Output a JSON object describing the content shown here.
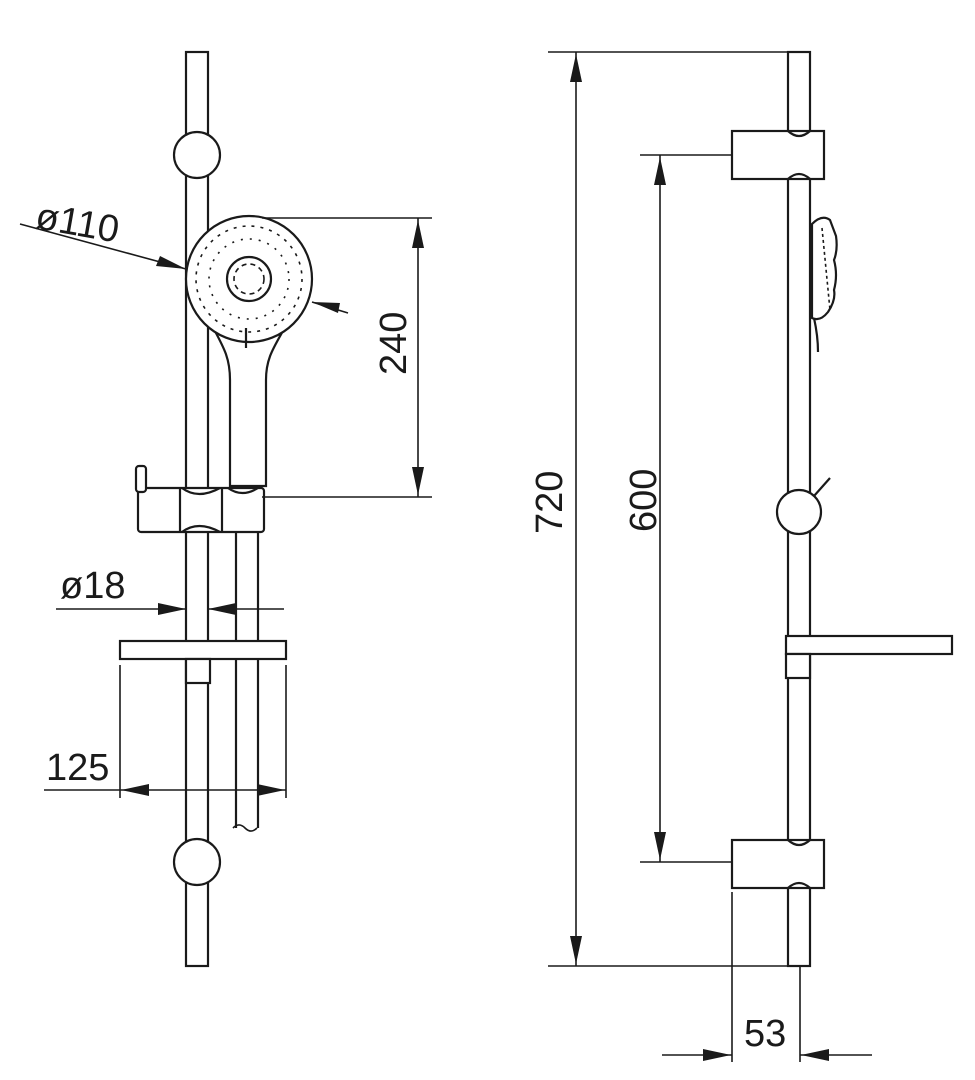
{
  "drawing": {
    "dimensions": {
      "handshower_diameter": "ø110",
      "handshower_height": "240",
      "rail_diameter": "ø18",
      "soap_dish_width": "125",
      "total_height": "720",
      "bracket_spacing": "600",
      "wall_depth": "53"
    }
  },
  "colors": {
    "line": "#1a1a1a",
    "background": "#ffffff"
  }
}
